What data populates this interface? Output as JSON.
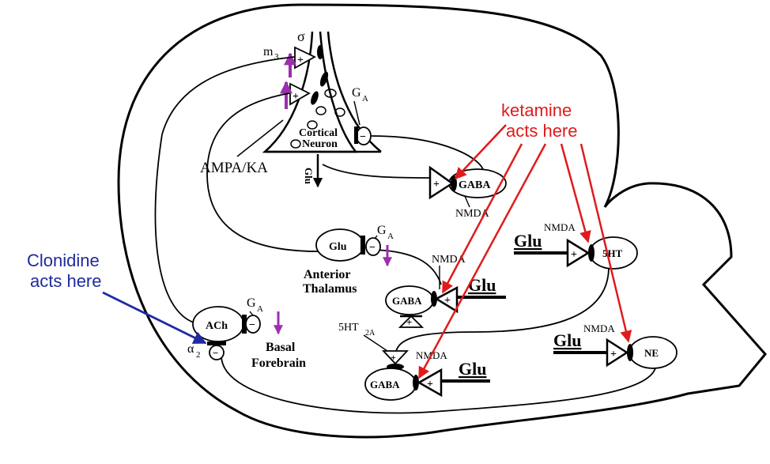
{
  "colors": {
    "ketamine": "#e01b1b",
    "clonidine": "#1f2aa0",
    "receptor_arrow": "#9b2fae",
    "ink": "#000000"
  },
  "annotations": {
    "ketamine_line1": "ketamine",
    "ketamine_line2": "acts here",
    "clonidine_line1": "Clonidine",
    "clonidine_line2": "acts here"
  },
  "labels": {
    "sigma": "σ",
    "m3_main": "m",
    "m3_sub": "3",
    "ga_cortical_main": "G",
    "ga_cortical_sub": "A",
    "cortical_line1": "Cortical",
    "cortical_line2": "Neuron",
    "glu_vertical": "Glu",
    "ampa_ka": "AMPA/KA",
    "gaba_cortical": "GABA",
    "nmda_cortical": "NMDA",
    "glu_thalamus": "Glu",
    "ga_thalamus_main": "G",
    "ga_thalamus_sub": "A",
    "anterior": "Anterior",
    "thalamus": "Thalamus",
    "nmda_thal_gaba": "NMDA",
    "gaba_thalamic": "GABA",
    "glu_input_thal": "Glu",
    "ht2a_main": "5HT",
    "ht2a_sub": "2A",
    "nmda_lower": "NMDA",
    "gaba_lower": "GABA",
    "glu_input_lower": "Glu",
    "ach": "ACh",
    "ga_ach_main": "G",
    "ga_ach_sub": "A",
    "alpha2_main": "α",
    "alpha2_sub": "2",
    "basal": "Basal",
    "forebrain": "Forebrain",
    "nmda_5ht": "NMDA",
    "glu_input_5ht": "Glu",
    "ht_neuron": "5HT",
    "nmda_ne": "NMDA",
    "glu_input_ne": "Glu",
    "ne_neuron": "NE",
    "plus": "+",
    "minus": "−"
  }
}
